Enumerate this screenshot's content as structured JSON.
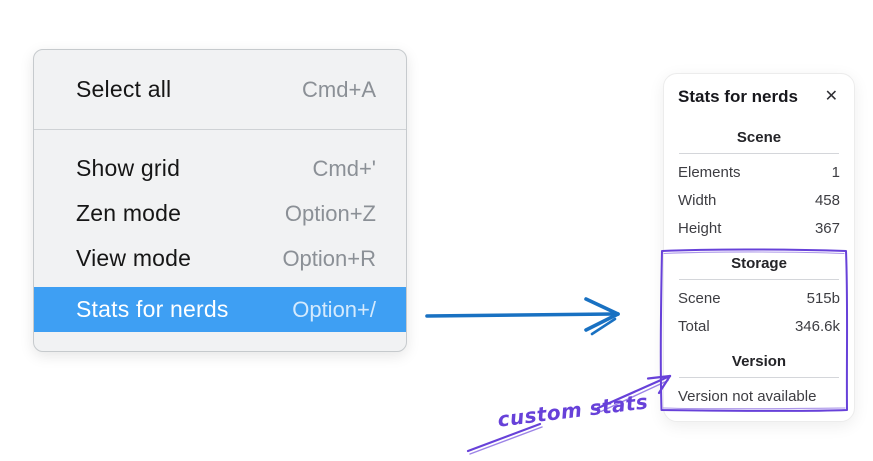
{
  "colors": {
    "menu_highlight": "#3e9ff3",
    "arrow_blue": "#1971c2",
    "annotation_purple": "#6741d9"
  },
  "context_menu": {
    "items": [
      {
        "label": "Select all",
        "shortcut": "Cmd+A"
      },
      {
        "label": "Show grid",
        "shortcut": "Cmd+'"
      },
      {
        "label": "Zen mode",
        "shortcut": "Option+Z"
      },
      {
        "label": "View mode",
        "shortcut": "Option+R"
      },
      {
        "label": "Stats for nerds",
        "shortcut": "Option+/"
      }
    ]
  },
  "stats_panel": {
    "title": "Stats for nerds",
    "close_icon": "✕",
    "sections": [
      {
        "heading": "Scene",
        "rows": [
          {
            "label": "Elements",
            "value": "1"
          },
          {
            "label": "Width",
            "value": "458"
          },
          {
            "label": "Height",
            "value": "367"
          }
        ]
      },
      {
        "heading": "Storage",
        "rows": [
          {
            "label": "Scene",
            "value": "515b"
          },
          {
            "label": "Total",
            "value": "346.6k"
          }
        ]
      },
      {
        "heading": "Version",
        "note": "Version not available"
      }
    ]
  },
  "annotation": {
    "label": "custom stats"
  }
}
